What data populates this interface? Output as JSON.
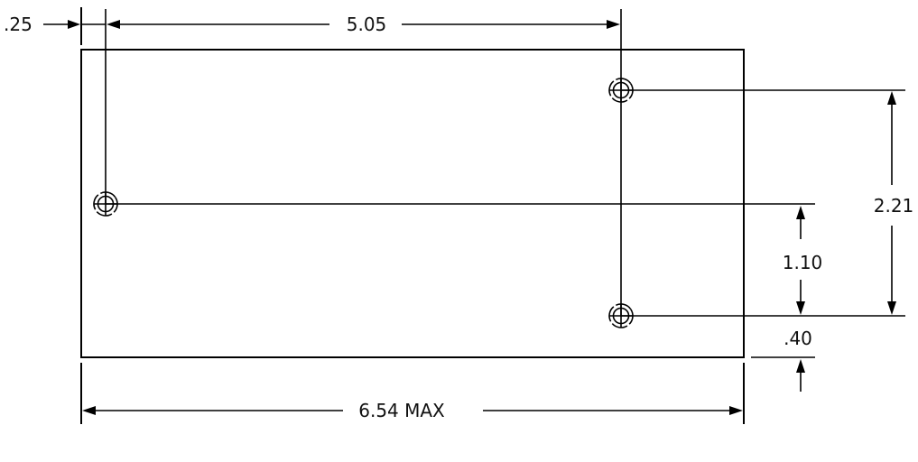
{
  "drawing": {
    "dimensions": {
      "left_offset": ".25",
      "hole_spacing_horizontal": "5.05",
      "hole_spacing_vertical_outer": "2.21",
      "hole_spacing_vertical_inner": "1.10",
      "bottom_offset": ".40",
      "overall_width": "6.54 MAX"
    },
    "holes": 3
  }
}
